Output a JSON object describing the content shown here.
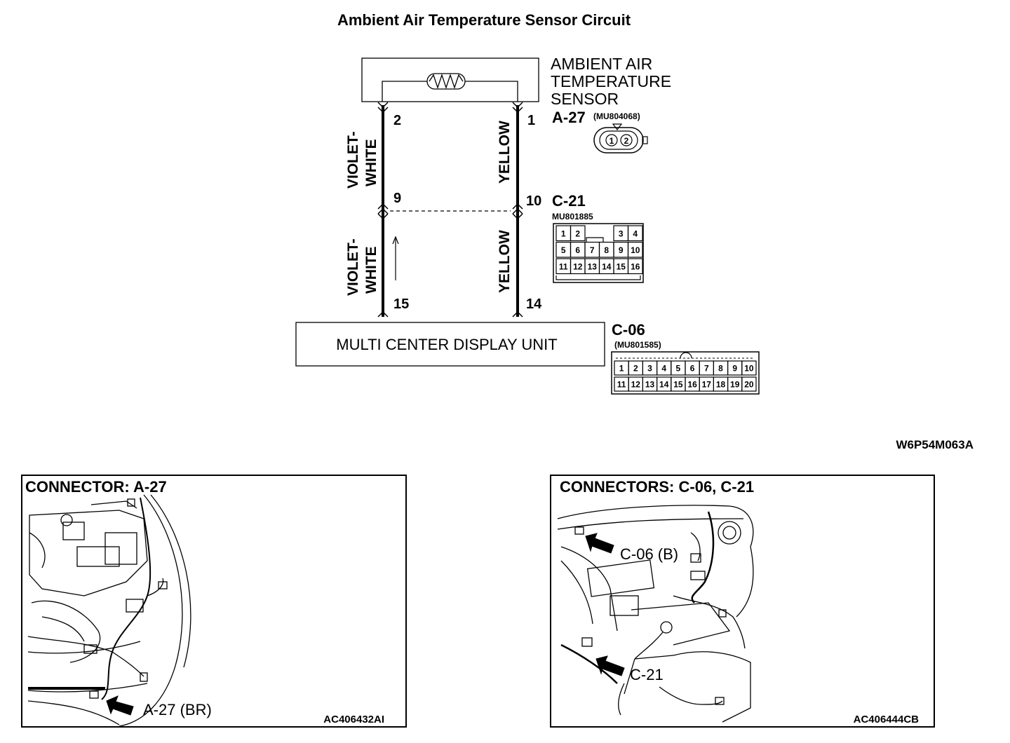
{
  "title": "Ambient Air Temperature Sensor Circuit",
  "sensor": {
    "label_lines": [
      "AMBIENT AIR",
      "TEMPERATURE",
      "SENSOR"
    ],
    "connector_id": "A-27",
    "part_no": "(MU804068)",
    "pins": [
      "1",
      "2"
    ]
  },
  "wires": {
    "left_upper": {
      "color": "VIOLET-WHITE",
      "line1": "VIOLET-",
      "line2": "WHITE",
      "pin_top": "2",
      "pin_bottom": "9"
    },
    "right_upper": {
      "color": "YELLOW",
      "pin_top": "1",
      "pin_bottom": "10"
    },
    "left_lower": {
      "color": "VIOLET-WHITE",
      "line1": "VIOLET-",
      "line2": "WHITE",
      "pin_bottom": "15"
    },
    "right_lower": {
      "color": "YELLOW",
      "pin_bottom": "14"
    }
  },
  "c21": {
    "connector_id": "C-21",
    "part_no": "MU801885",
    "row1": [
      "1",
      "2",
      "",
      "",
      "3",
      "4"
    ],
    "row2": [
      "5",
      "6",
      "7",
      "8",
      "9",
      "10"
    ],
    "row3": [
      "11",
      "12",
      "13",
      "14",
      "15",
      "16"
    ]
  },
  "unit": {
    "label": "MULTI CENTER DISPLAY UNIT"
  },
  "c06": {
    "connector_id": "C-06",
    "part_no": "(MU801585)",
    "row1": [
      "1",
      "2",
      "3",
      "4",
      "5",
      "6",
      "7",
      "8",
      "9",
      "10"
    ],
    "row2": [
      "11",
      "12",
      "13",
      "14",
      "15",
      "16",
      "17",
      "18",
      "19",
      "20"
    ]
  },
  "diagram_code": "W6P54M063A",
  "panel_left": {
    "title": "CONNECTOR: A-27",
    "callout": "A-27 (BR)",
    "code": "AC406432AI"
  },
  "panel_right": {
    "title": "CONNECTORS: C-06, C-21",
    "callout_top": "C-06 (B)",
    "callout_bottom": "C-21",
    "code": "AC406444CB"
  }
}
